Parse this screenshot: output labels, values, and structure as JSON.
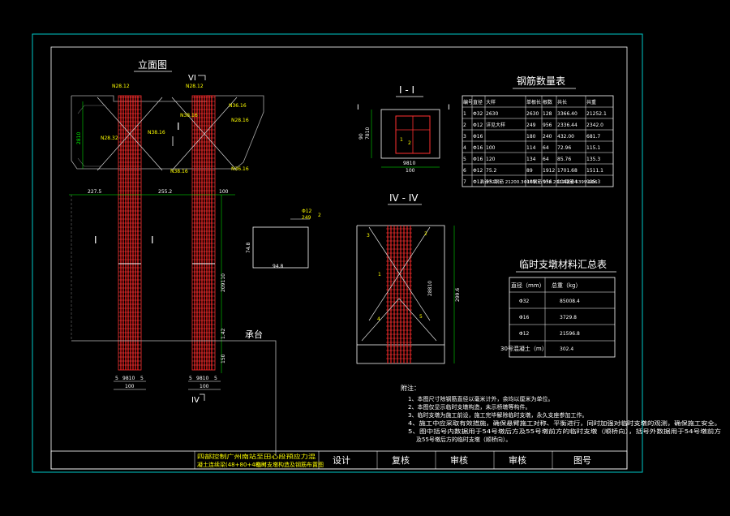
{
  "colors": {
    "background": "#000000",
    "frame": "#00c8c8",
    "line": "#ffffff",
    "rebar": "#ff2020",
    "dim": "#00ff00",
    "title_yellow": "#ffff00",
    "label": "#ffffff"
  },
  "elevation": {
    "title": "立面图",
    "section_mark_top": "VI",
    "section_mark_bottom": "IV",
    "section_mark_side_i": "I",
    "left_top_tag": "N28.12",
    "right_top_tag": "N28.12",
    "tags": [
      "N36.16",
      "N38.16",
      "N28.16",
      "N36.16",
      "N38.16",
      "N28.32",
      "N38.16"
    ],
    "dim_top_height": "2810",
    "dim_row": [
      "227.5",
      "255.2",
      "100"
    ],
    "dim_right": [
      "209110",
      "1.42",
      "150"
    ],
    "cap_label": "承台",
    "bottom_dims_left": [
      "5",
      "9810",
      "5",
      "100"
    ],
    "bottom_dims_right": [
      "5",
      "9810",
      "5",
      "100"
    ]
  },
  "section_ii": {
    "title": "I - I",
    "dim_height": "7810",
    "dim_height_total": "90",
    "dim_width": "9810",
    "dim_width_total": "100",
    "markers": [
      "1",
      "2"
    ]
  },
  "section_iv": {
    "title": "IV - IV",
    "dim_left": "28810",
    "dim_right": "299.6",
    "markers": [
      "1",
      "2",
      "3",
      "4",
      "5"
    ]
  },
  "detail": {
    "tag_top": "Φ12",
    "tag_len": "249",
    "marker": "2",
    "dim_side": "74.8",
    "dim_bottom": "94.8"
  },
  "rebar_table": {
    "title": "钢筋数量表",
    "headers": [
      "编号",
      "直径",
      "大样",
      "单根长",
      "根数",
      "共长",
      "共重"
    ],
    "rows": [
      [
        "1",
        "Φ32",
        "2630",
        "2630",
        "128",
        "3366.40",
        "21252.1"
      ],
      [
        "2",
        "Φ12",
        "详见大样",
        "249",
        "956",
        "2336.44",
        "2342.0"
      ],
      [
        "3",
        "Φ16",
        "",
        "180",
        "240",
        "432.00",
        "681.7"
      ],
      [
        "4",
        "Φ16",
        "100",
        "114",
        "64",
        "72.96",
        "115.1"
      ],
      [
        "5",
        "Φ16",
        "120",
        "134",
        "64",
        "85.76",
        "135.3"
      ],
      [
        "6",
        "Φ12",
        "75.2",
        "89",
        "1912",
        "1701.68",
        "1511.1"
      ],
      [
        "7",
        "Φ12",
        "95.2",
        "109",
        "956",
        "1042.04",
        "925.3"
      ]
    ],
    "footer": "合计32钢筋   21200.3Φ16钢筋   932.2Φ12钢筋   5399.2Φ6"
  },
  "material_table": {
    "title": "临时支墩材料汇总表",
    "headers": [
      "直径（mm）",
      "总重（kg）"
    ],
    "rows": [
      [
        "Φ32",
        "85008.4"
      ],
      [
        "Φ16",
        "3729.8"
      ],
      [
        "Φ12",
        "21596.8"
      ],
      [
        "30号混凝土（m）",
        "302.4"
      ]
    ]
  },
  "notes": {
    "heading": "附注：",
    "items": [
      "1、本图尺寸除钢筋直径以毫米计外，余均以厘米为单位。",
      "2、本图仅显示临时支墩构造，未示桥墩等构件。",
      "3、临时支墩为施工前设，施工完毕解除临时支墩，永久支座参加工作。",
      "4、施工中应采取有效措施，确保悬臂施工对称、平衡进行，同时加强对临时支墩的观测，确保施工安全。",
      "5、图中括号内数据用于54号墩后方及55号墩前方的临时支墩（顺桥向），括号外数据用于54号墩前方",
      "及55号墩后方的临时支墩（顺桥向）。"
    ]
  },
  "title_block": {
    "project_line1": "四部控制广州南站至田心段预应力混",
    "project_line2": "凝土连续梁(48+80+48)m",
    "drawing_name": "临时支墩构造及钢筋布置图",
    "cells": [
      "设计",
      "复核",
      "审核",
      "审核",
      "图号"
    ]
  }
}
